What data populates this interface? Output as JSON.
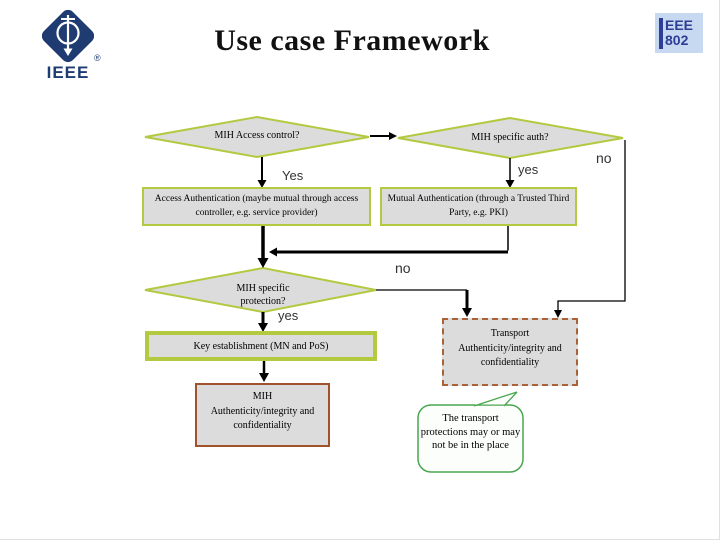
{
  "slide": {
    "title": "Use case Framework"
  },
  "logos": {
    "ieee": {
      "label": "IEEE",
      "registered": "®"
    },
    "badge802": {
      "line1": "EEE",
      "line2": "802"
    }
  },
  "flowchart": {
    "nodes": {
      "access_control": {
        "label": "MIH Access control?"
      },
      "specific_auth": {
        "label": "MIH specific auth?"
      },
      "access_auth": {
        "label": "Access Authentication (maybe mutual through access controller, e.g. service provider)"
      },
      "mutual_auth": {
        "label": "Mutual Authentication (through a Trusted Third Party, e.g. PKI)"
      },
      "specific_protection": {
        "line1": "MIH specific",
        "line2": "protection?"
      },
      "key_establishment": {
        "label": "Key establishment (MN and PoS)"
      },
      "mih_protection": {
        "line1": "MIH",
        "line2": "Authenticity/integrity and",
        "line3": "confidentiality"
      },
      "transport_protection": {
        "line1": "Transport",
        "line2": "Authenticity/integrity and",
        "line3": "confidentiality"
      },
      "callout": {
        "text": "The transport protections may or may not be in the place"
      }
    },
    "labels": {
      "yes1": "Yes",
      "yes2": "yes",
      "no2": "no",
      "no3": "no",
      "yes3": "yes"
    },
    "colors": {
      "node_fill": "#dcdcdc",
      "green_border": "#b3c93f",
      "brown_border": "#a0522d",
      "dashed_border": "#aa6236",
      "callout_green": "#4aa64f",
      "logo_navy": "#1e3c72",
      "badge_bg": "#c6d9f0",
      "badge_text": "#2e3d96"
    }
  }
}
